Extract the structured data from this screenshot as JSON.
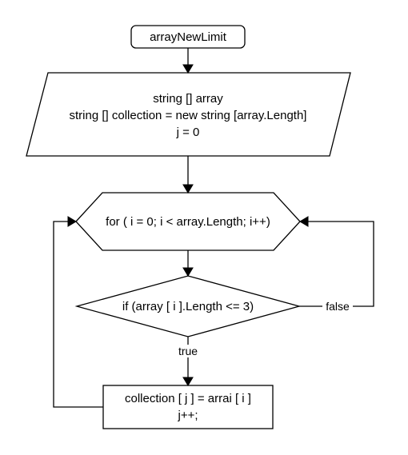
{
  "nodes": {
    "start": {
      "text": "arrayNewLimit"
    },
    "input": {
      "lines": [
        "string [] array",
        "string [] collection = new string [array.Length]",
        "j = 0"
      ]
    },
    "loop": {
      "text": "for ( i = 0; i < array.Length; i++)"
    },
    "condition": {
      "text": "if (array [ i ].Length <= 3)"
    },
    "assign": {
      "lines": [
        "collection [ j ] = arrai [ i ]",
        "j++;"
      ]
    }
  },
  "edges": {
    "true_label": "true",
    "false_label": "false"
  },
  "colors": {
    "stroke": "#000000",
    "fill": "#ffffff"
  }
}
